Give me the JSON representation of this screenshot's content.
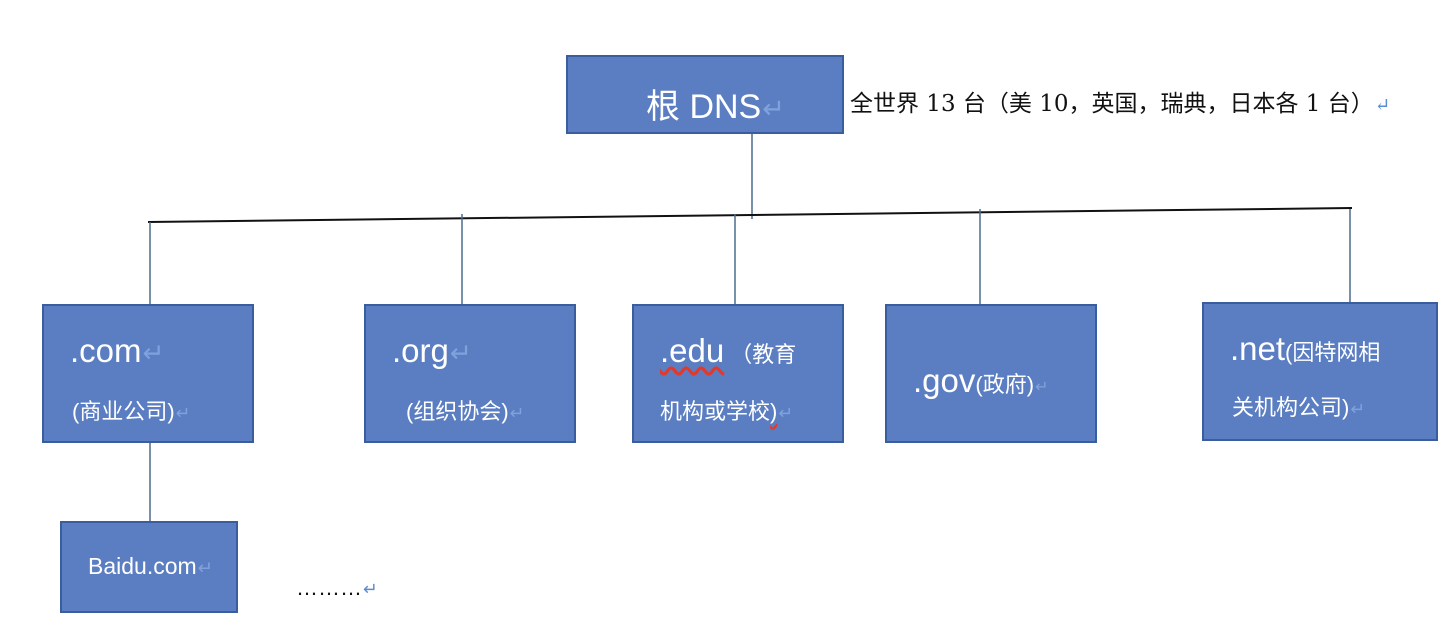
{
  "root": {
    "label": "根 DNS",
    "mark": "↵"
  },
  "root_note": "全世界 13 台（美 10，英国，瑞典，日本各 1 台）",
  "root_note_mark": "↵",
  "tld_nodes": {
    "com": {
      "name": ".com",
      "desc": "(商业公司)"
    },
    "org": {
      "name": ".org",
      "desc": "(组织协会)"
    },
    "edu": {
      "name": ".edu",
      "desc_line1": "（教育",
      "desc_line2": "机构或学校",
      "desc_line2_end": ")"
    },
    "gov": {
      "name": ".gov",
      "desc": "(政府)"
    },
    "net": {
      "name": ".net",
      "desc_line1": "(因特网相",
      "desc_line2": "关机构公司)"
    }
  },
  "second_level": {
    "baidu": {
      "name": "Baidu.com"
    }
  },
  "ellipsis": "………",
  "mark": "↵",
  "colors": {
    "box_fill": "#5b7ec2",
    "box_border": "#3a5d9e",
    "line": "#4a6a8a",
    "trunk": "#111111"
  }
}
